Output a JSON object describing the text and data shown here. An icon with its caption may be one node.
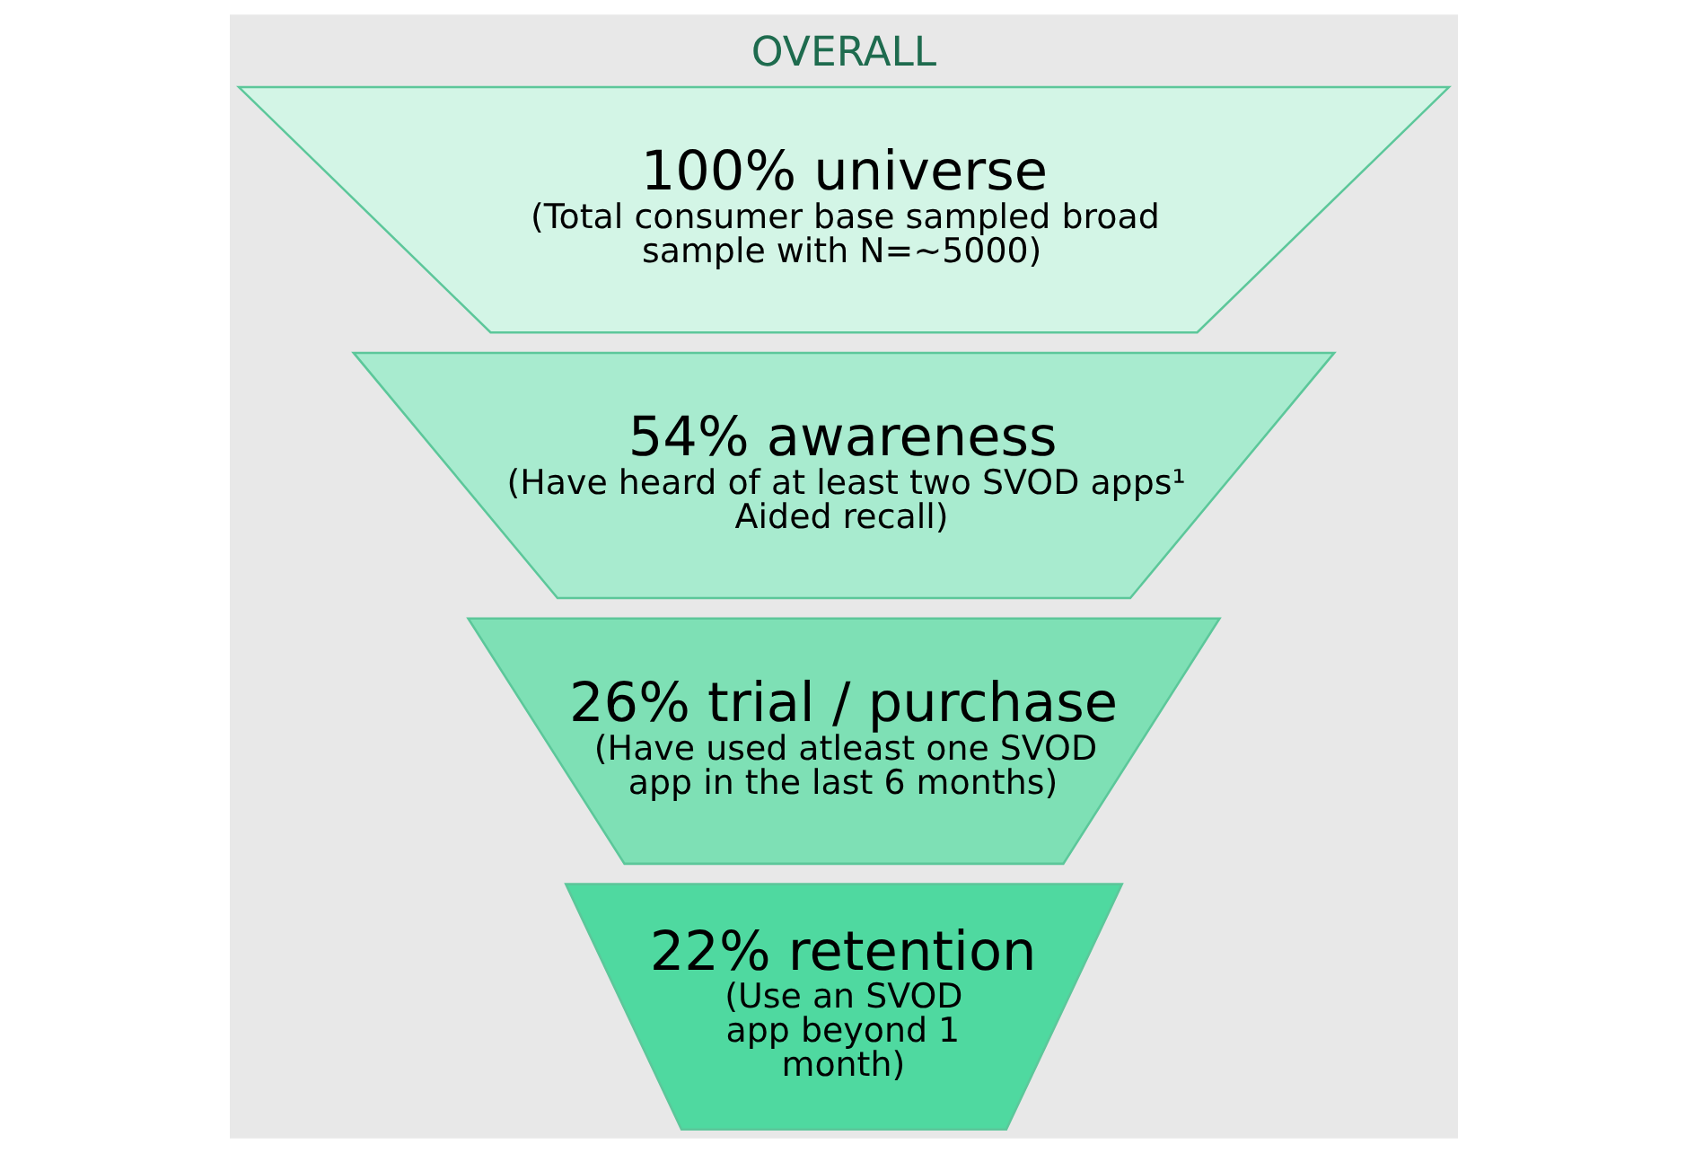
{
  "diagram": {
    "title": "OVERALL",
    "nodes": [
      {
        "text": [
          "100% universe",
          "(Total consumer base sampled broad sample with N=~5000)"
        ]
      },
      {
        "text": [
          "54% awareness",
          "(Have heard of at least two SVOD apps¹ Aided recall)"
        ]
      },
      {
        "text": [
          "26% trial / purchase",
          "(Have used atleast one SVOD app in the last 6 months)"
        ]
      },
      {
        "text": [
          "22% retention",
          "(Use an SVOD app beyond 1 month)"
        ]
      }
    ],
    "edges": []
  }
}
